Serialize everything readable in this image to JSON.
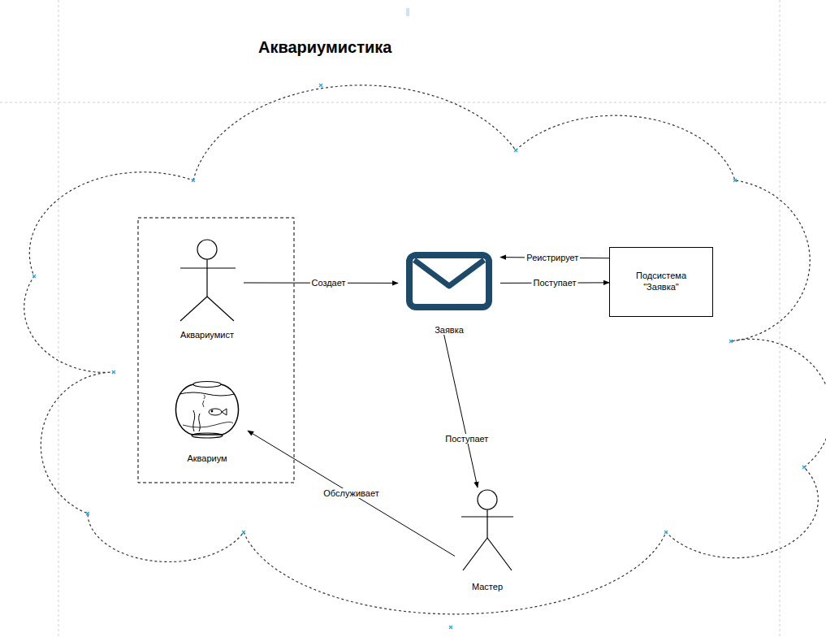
{
  "diagram": {
    "title": "Аквариумистика",
    "nodes": [
      {
        "text": [
          "Аквариумист"
        ]
      },
      {
        "text": [
          "Аквариум"
        ]
      },
      {
        "text": [
          "Заявка"
        ]
      },
      {
        "text": [
          "Подсистема \"Заявка\""
        ]
      },
      {
        "text": [
          "Мастер"
        ]
      }
    ],
    "edges": [
      {
        "from": 0,
        "to": 2,
        "label": "Создает",
        "arrow": "to"
      },
      {
        "from": 3,
        "to": 2,
        "label": "Реистрирует",
        "arrow": "to"
      },
      {
        "from": 2,
        "to": 3,
        "label": "Поступает",
        "arrow": "to"
      },
      {
        "from": 2,
        "to": 4,
        "label": "Поступает",
        "arrow": "to"
      },
      {
        "from": 4,
        "to": 1,
        "label": "Обслуживает",
        "arrow": "to"
      }
    ]
  }
}
